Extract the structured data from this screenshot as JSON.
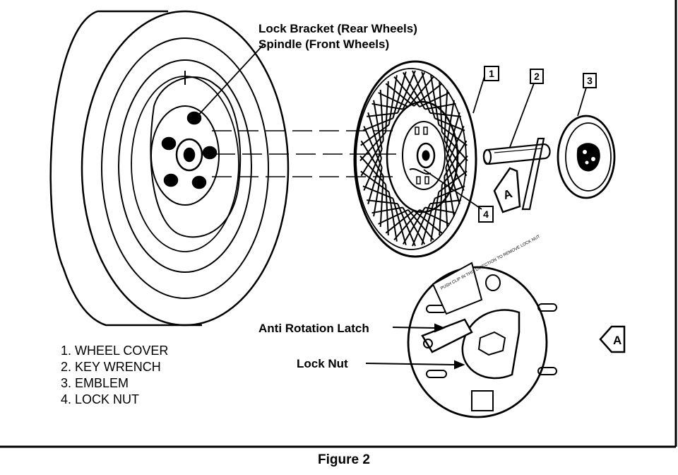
{
  "callouts": {
    "lock_bracket": "Lock Bracket (Rear Wheels)",
    "spindle": "Spindle (Front Wheels)",
    "anti_rotation_latch": "Anti Rotation Latch",
    "lock_nut": "Lock Nut"
  },
  "part_numbers": [
    "1",
    "2",
    "3",
    "4"
  ],
  "legend": [
    "1. WHEEL COVER",
    "2. KEY WRENCH",
    "3. EMBLEM",
    "4. LOCK NUT"
  ],
  "view_marker": "A",
  "caption": "Figure 2",
  "decal_text": "PUSH CLIP IN THIS DIRECTION TO REMOVE LOCK NUT"
}
